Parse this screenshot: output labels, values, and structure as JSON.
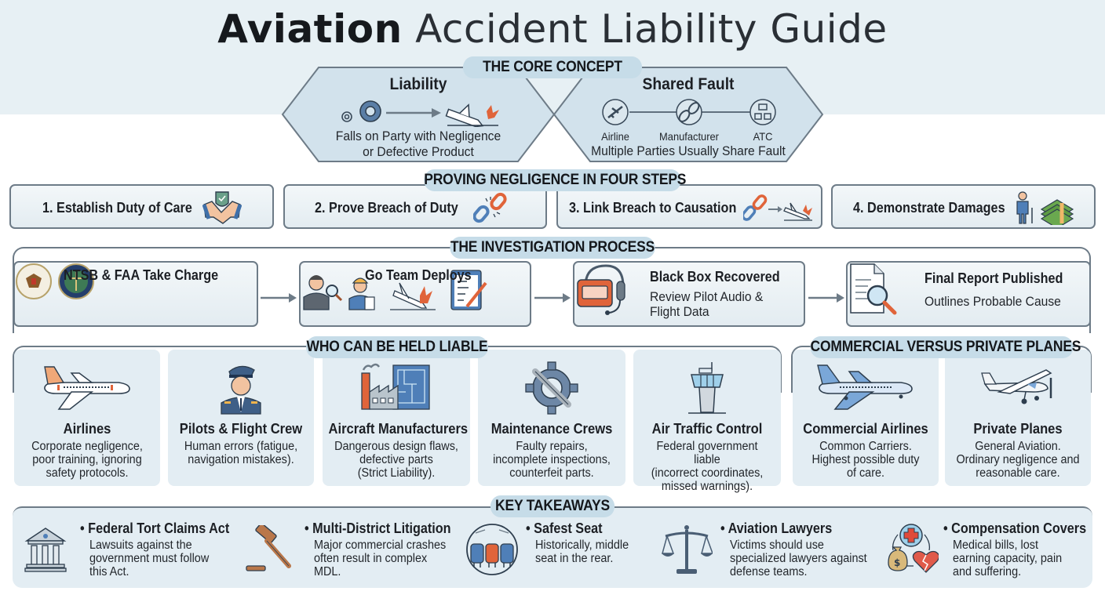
{
  "title": {
    "bold": "Aviation",
    "rest": "Accident Liability Guide"
  },
  "core_concept": {
    "heading": "THE CORE CONCEPT",
    "liability": {
      "title": "Liability",
      "line1": "Falls on Party with Negligence",
      "line2": "or Defective Product",
      "icons": [
        "gears-icon",
        "arrow-right-icon",
        "plane-crash-icon"
      ]
    },
    "shared_fault": {
      "title": "Shared Fault",
      "parties": [
        "Airline",
        "Manufacturer",
        "ATC"
      ],
      "party_icons": [
        "plane-icon",
        "chain-link-icon",
        "network-icon"
      ],
      "caption": "Multiple Parties Usually Share Fault"
    }
  },
  "negligence": {
    "heading": "PROVING NEGLIGENCE IN FOUR STEPS",
    "steps": [
      {
        "label": "1. Establish Duty of Care",
        "icon": "handshake-shield-icon"
      },
      {
        "label": "2. Prove Breach of Duty",
        "icon": "broken-chain-icon"
      },
      {
        "label": "3. Link Breach to Causation",
        "icon": "chain-to-crash-icon"
      },
      {
        "label": "4. Demonstrate Damages",
        "icon": "injured-person-money-icon"
      }
    ]
  },
  "investigation": {
    "heading": "THE INVESTIGATION PROCESS",
    "stages": [
      {
        "title": "NTSB & FAA Take Charge",
        "desc": "",
        "icon": "agency-seals-icon"
      },
      {
        "title": "Go Team Deploys",
        "desc": "",
        "icon": "investigators-icon"
      },
      {
        "title": "Black Box Recovered",
        "desc_line1": "Review Pilot Audio &",
        "desc_line2": "Flight Data",
        "icon": "black-box-headset-icon"
      },
      {
        "title": "Final Report Published",
        "desc_line1": "Outlines Probable Cause",
        "icon": "report-magnifier-icon"
      }
    ]
  },
  "liable": {
    "heading": "WHO CAN BE HELD LIABLE",
    "parties": [
      {
        "title": "Airlines",
        "l1": "Corporate negligence,",
        "l2": "poor training, ignoring",
        "l3": "safety protocols.",
        "icon": "airliner-icon"
      },
      {
        "title": "Pilots & Flight Crew",
        "l1": "Human errors (fatigue,",
        "l2": "navigation mistakes).",
        "l3": "",
        "icon": "pilot-icon"
      },
      {
        "title": "Aircraft Manufacturers",
        "l1": "Dangerous design flaws,",
        "l2": "defective parts",
        "l3": "(Strict Liability).",
        "icon": "factory-blueprint-icon"
      },
      {
        "title": "Maintenance Crews",
        "l1": "Faulty repairs,",
        "l2": "incomplete inspections,",
        "l3": "counterfeit parts.",
        "icon": "wrench-gear-icon"
      },
      {
        "title": "Air Traffic Control",
        "l1": "Federal government liable",
        "l2": "(incorrect coordinates,",
        "l3": "missed warnings).",
        "icon": "control-tower-icon"
      }
    ]
  },
  "commercial_vs_private": {
    "heading": "COMMERCIAL VERSUS PRIVATE PLANES",
    "types": [
      {
        "title": "Commercial Airlines",
        "l1": "Common Carriers.",
        "l2": "Highest possible duty",
        "l3": "of care.",
        "icon": "commercial-jet-icon"
      },
      {
        "title": "Private Planes",
        "l1": "General Aviation.",
        "l2": "Ordinary negligence and",
        "l3": "reasonable care.",
        "icon": "small-plane-icon"
      }
    ]
  },
  "takeaways": {
    "heading": "KEY TAKEAWAYS",
    "items": [
      {
        "title": "• Federal Tort Claims Act",
        "l1": "Lawsuits against the",
        "l2": "government must follow",
        "l3": "this Act.",
        "icon": "courthouse-icon"
      },
      {
        "title": "• Multi-District Litigation",
        "l1": "Major commercial crashes",
        "l2": "often result in complex",
        "l3": "MDL.",
        "icon": "gavel-icon"
      },
      {
        "title": "• Safest Seat",
        "l1": "Historically, middle",
        "l2": "seat in the rear.",
        "l3": "",
        "icon": "plane-seats-icon"
      },
      {
        "title": "• Aviation Lawyers",
        "l1": "Victims should use",
        "l2": "specialized lawyers against",
        "l3": "defense teams.",
        "icon": "scales-of-justice-icon"
      },
      {
        "title": "• Compensation Covers",
        "l1": "Medical bills, lost",
        "l2": "earning capacity, pain",
        "l3": "and suffering.",
        "icon": "medical-money-heart-icon"
      }
    ]
  },
  "colors": {
    "header_band": "#e7f0f4",
    "pill": "#c6dce8",
    "border": "#6d7b87",
    "card": "#e3edf3",
    "accent_orange": "#e0643a",
    "accent_blue": "#4f7fb8"
  }
}
